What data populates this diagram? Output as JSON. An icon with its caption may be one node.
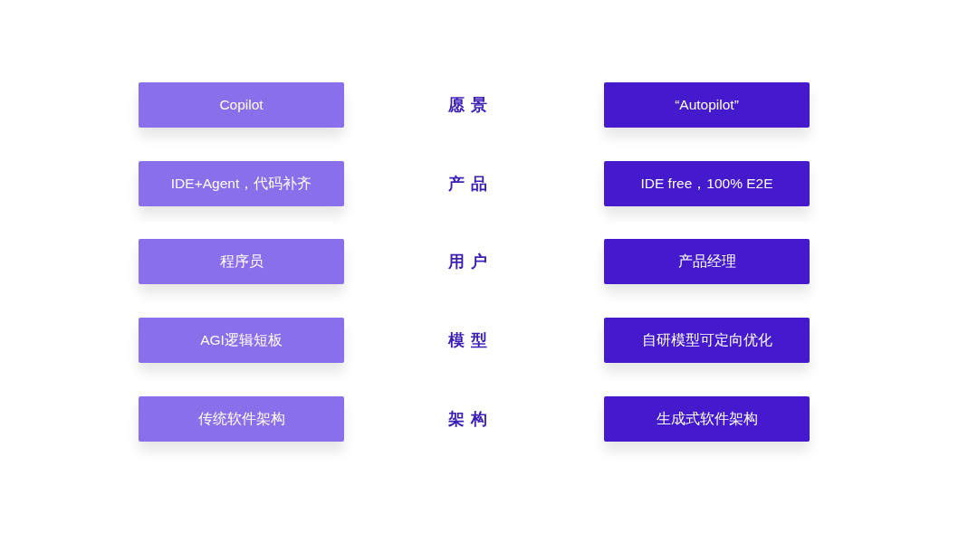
{
  "diagram": {
    "nodes": [
      {
        "text": [
          "Copilot"
        ]
      },
      {
        "text": [
          "“Autopilot”"
        ]
      },
      {
        "text": [
          "IDE+Agent，代码补齐"
        ]
      },
      {
        "text": [
          "IDE free，100% E2E"
        ]
      },
      {
        "text": [
          "程序员"
        ]
      },
      {
        "text": [
          "产品经理"
        ]
      },
      {
        "text": [
          "AGI逻辑短板"
        ]
      },
      {
        "text": [
          "自研模型可定向优化"
        ]
      },
      {
        "text": [
          "传统软件架构"
        ]
      },
      {
        "text": [
          "生成式软件架构"
        ]
      }
    ],
    "labels": [
      "愿景",
      "产品",
      "用户",
      "模型",
      "架构"
    ]
  }
}
